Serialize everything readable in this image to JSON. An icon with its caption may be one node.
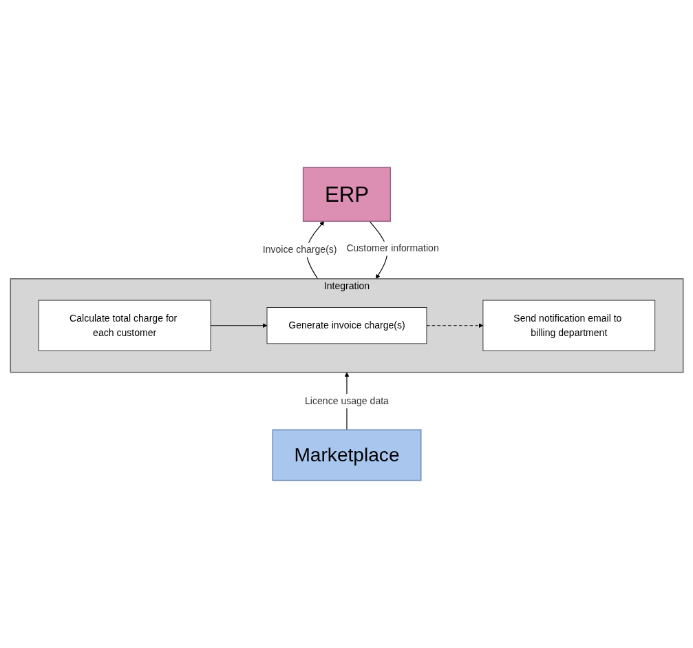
{
  "diagram": {
    "nodes": [
      {
        "text": [
          "ERP"
        ]
      },
      {
        "text": [
          "Integration"
        ]
      },
      {
        "text": [
          "Calculate total charge for each customer"
        ],
        "in": 1
      },
      {
        "text": [
          "Generate invoice charge(s)"
        ],
        "in": 1
      },
      {
        "text": [
          "Send notification email to billing department"
        ],
        "in": 1
      },
      {
        "text": [
          "Marketplace"
        ]
      }
    ],
    "edges": [
      {
        "from": 0,
        "to": 1,
        "arrow": "to",
        "label": "Customer information"
      },
      {
        "from": 1,
        "to": 0,
        "arrow": "to",
        "label": "Invoice charge(s)"
      },
      {
        "from": 2,
        "to": 3,
        "arrow": "to"
      },
      {
        "from": 3,
        "to": 4,
        "arrow": "to",
        "style": "dashed"
      },
      {
        "from": 5,
        "to": 1,
        "arrow": "to",
        "label": "Licence usage data"
      }
    ]
  }
}
